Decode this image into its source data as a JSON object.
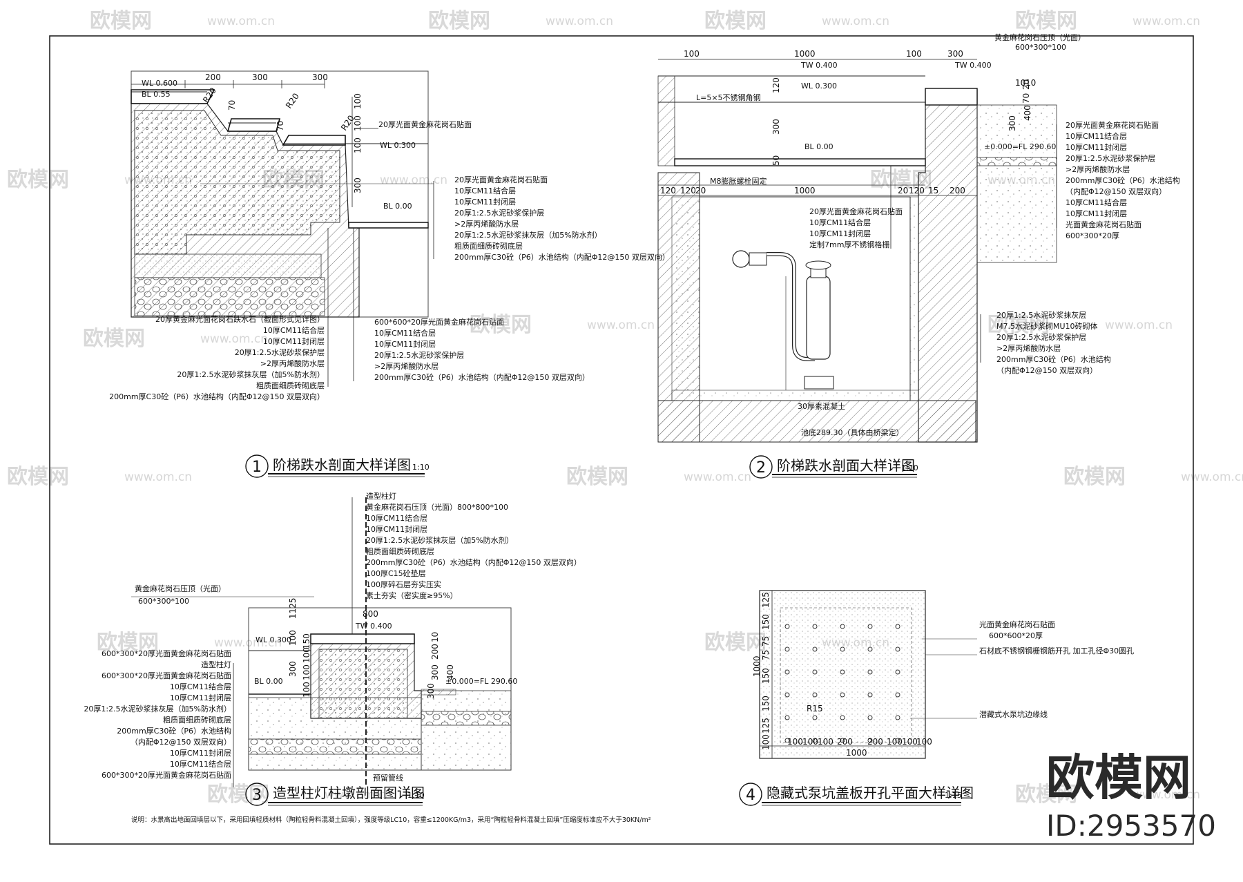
{
  "watermark": {
    "brand": "欧模网",
    "url": "www.om.cn",
    "brand_large": "欧模网",
    "id_text": "ID:2953570"
  },
  "d1": {
    "title": "阶梯跌水剖面大样详图",
    "scale": "1:10",
    "number": "1",
    "dims": [
      "200",
      "300",
      "300",
      "100",
      "100",
      "100",
      "300",
      "70",
      "70",
      "R20",
      "R20",
      "R20"
    ],
    "levels": [
      "WL 0.600",
      "BL 0.55",
      "WL 0.300",
      "BL 0.00"
    ],
    "callouts_right": [
      "20厚光面黄金麻花岗石贴面",
      "20厚光面黄金麻花岗石贴面",
      "10厚CM11结合层",
      "10厚CM11封闭层",
      "20厚1:2.5水泥砂浆保护层",
      ">2厚丙烯酸防水层",
      "20厚1:2.5水泥砂浆抹灰层（加5%防水剂）",
      "粗质面细质砖砌底层",
      "200mm厚C30砼（P6）水池结构（内配Φ12@150  双层双向）"
    ],
    "callouts_left": [
      "20厚黄金麻光面花岗石跌水石（截面形式见详图）",
      "10厚CM11结合层",
      "10厚CM11封闭层",
      "20厚1:2.5水泥砂浆保护层",
      ">2厚丙烯酸防水层",
      "20厚1:2.5水泥砂浆抹灰层（加5%防水剂）",
      "粗质面细质砖砌底层",
      "200mm厚C30砼（P6）水池结构（内配Φ12@150  双层双向）"
    ],
    "callouts_mid": [
      "600*600*20厚光面黄金麻花岗石贴面",
      "10厚CM11结合层",
      "10厚CM11封闭层",
      "20厚1:2.5水泥砂浆保护层",
      ">2厚丙烯酸防水层",
      "200mm厚C30砼（P6）水池结构（内配Φ12@150  双层双向）"
    ]
  },
  "d2": {
    "title": "阶梯跌水剖面大样详图",
    "scale": "1:10",
    "number": "2",
    "top_dims": [
      "100",
      "1000",
      "100",
      "300"
    ],
    "mid_dims": [
      "120",
      "120",
      "20",
      "1000",
      "20",
      "120",
      "15",
      "200"
    ],
    "v_dims": [
      "120",
      "300",
      "50",
      "20",
      "70",
      "10",
      "10",
      "300",
      "400"
    ],
    "levels": [
      "TW 0.400",
      "TW 0.400",
      "WL 0.300",
      "BL 0.00",
      "±0.000=FL 290.60",
      "池底289.30（具体由桥梁定）"
    ],
    "labels": [
      "L=5×5不锈钢角钢",
      "M8膨胀螺栓固定",
      "30厚素混凝土",
      "黄金麻花岗石压顶（光面）",
      "600*300*100"
    ],
    "callouts_mid": [
      "20厚光面黄金麻花岗石贴面",
      "10厚CM11结合层",
      "10厚CM11封闭层",
      "定制7mm厚不锈钢格栅"
    ],
    "callouts_right": [
      "20厚光面黄金麻花岗石贴面",
      "10厚CM11结合层",
      "10厚CM11封闭层",
      "20厚1:2.5水泥砂浆保护层",
      ">2厚丙烯酸防水层",
      "200mm厚C30砼（P6）水池结构",
      "（内配Φ12@150  双层双向）",
      "10厚CM11结合层",
      "10厚CM11封闭层",
      "光面黄金麻花岗石贴面",
      "600*300*20厚"
    ],
    "callouts_right2": [
      "20厚1:2.5水泥砂浆抹灰层",
      "M7.5水泥砂浆砌MU10砖砌体",
      "20厚1:2.5水泥砂浆保护层",
      ">2厚丙烯酸防水层",
      "200mm厚C30砼（P6）水池结构",
      "（内配Φ12@150  双层双向）"
    ]
  },
  "d3": {
    "title": "造型柱灯柱墩剖面图详图",
    "scale": "1:10",
    "number": "3",
    "top_callouts": [
      "造型柱灯",
      "黄金麻花岗石压顶（光面）800*800*100",
      "10厚CM11结合层",
      "10厚CM11封闭层",
      "20厚1:2.5水泥砂浆抹灰层（加5%防水剂）",
      "粗质面细质砖砌底层",
      "200mm厚C30砼（P6）水池结构（内配Φ12@150  双层双向）",
      "100厚C15砼垫层",
      "100厚碎石层夯实压实",
      "素土夯实（密实度≥95%）"
    ],
    "left_top": [
      "黄金麻花岗石压顶（光面）",
      "600*300*100"
    ],
    "dims": [
      "1125",
      "100",
      "300",
      "400",
      "150",
      "100",
      "800",
      "300",
      "10",
      "200",
      "100",
      "100",
      "300"
    ],
    "levels": [
      "WL 0.300",
      "TW 0.400",
      "BL 0.00",
      "±0.000=FL 290.60"
    ],
    "left_callouts": [
      "600*300*20厚光面黄金麻花岗石贴面",
      "造型柱灯",
      "600*300*20厚光面黄金麻花岗石贴面",
      "10厚CM11结合层",
      "10厚CM11封闭层",
      "20厚1:2.5水泥砂浆抹灰层（加5%防水剂）",
      "粗质面细质砖砌底层",
      "200mm厚C30砼（P6）水池结构",
      "（内配Φ12@150  双层双向）",
      "10厚CM11封闭层",
      "10厚CM11结合层",
      "600*300*20厚光面黄金麻花岗石贴面"
    ],
    "bottom_label": "预留管线",
    "note": "说明：水景高出地面回填层以下，采用回填轻质材料（陶粒轻骨料混凝土回填），强度等级LC10，容重≤1200KG/m3，采用“陶粒轻骨料混凝土回填”压缩度标准应不大于30KN/m²"
  },
  "d4": {
    "title": "隐藏式泵坑盖板开孔平面大样详图",
    "scale": "1:15",
    "number": "4",
    "callouts": [
      "光面黄金麻花岗石贴面",
      "600*600*20厚",
      "石材底不锈钢钢栅钢筋开孔 加工孔径Φ30圆孔",
      "潜藏式水泵坑边缘线"
    ],
    "h_dims": [
      "100",
      "100",
      "100",
      "200",
      "200",
      "100",
      "100",
      "100"
    ],
    "total": "1000",
    "v_dims": [
      "125",
      "150",
      "75",
      "75",
      "150",
      "150",
      "125",
      "100"
    ],
    "v_total": "1000",
    "radius": "R15"
  }
}
